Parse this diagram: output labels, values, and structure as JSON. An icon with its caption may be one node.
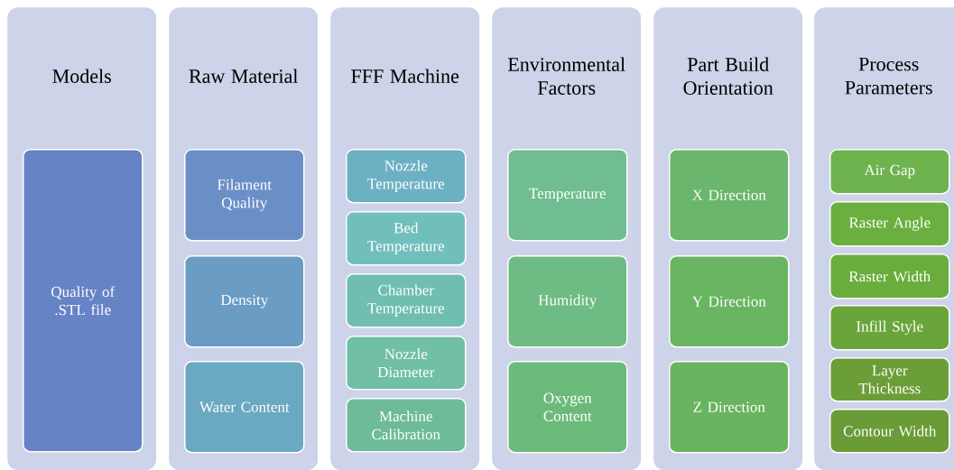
{
  "diagram": {
    "nodes": [
      {
        "text": [
          "Models"
        ]
      },
      {
        "text": [
          "Quality of .STL file"
        ],
        "in": 0
      },
      {
        "text": [
          "Raw Material"
        ]
      },
      {
        "text": [
          "Filament Quality"
        ],
        "in": 2
      },
      {
        "text": [
          "Density"
        ],
        "in": 2
      },
      {
        "text": [
          "Water Content"
        ],
        "in": 2
      },
      {
        "text": [
          "FFF Machine"
        ]
      },
      {
        "text": [
          "Nozzle Temperature"
        ],
        "in": 6
      },
      {
        "text": [
          "Bed Temperature"
        ],
        "in": 6
      },
      {
        "text": [
          "Chamber Temperature"
        ],
        "in": 6
      },
      {
        "text": [
          "Nozzle Diameter"
        ],
        "in": 6
      },
      {
        "text": [
          "Machine Calibration"
        ],
        "in": 6
      },
      {
        "text": [
          "Environmental Factors"
        ]
      },
      {
        "text": [
          "Temperature"
        ],
        "in": 12
      },
      {
        "text": [
          "Humidity"
        ],
        "in": 12
      },
      {
        "text": [
          "Oxygen Content"
        ],
        "in": 12
      },
      {
        "text": [
          "Part Build Orientation"
        ]
      },
      {
        "text": [
          "X Direction"
        ],
        "in": 16
      },
      {
        "text": [
          "Y Direction"
        ],
        "in": 16
      },
      {
        "text": [
          "Z Direction"
        ],
        "in": 16
      },
      {
        "text": [
          "Process Parameters"
        ]
      },
      {
        "text": [
          "Air Gap"
        ],
        "in": 20
      },
      {
        "text": [
          "Raster Angle"
        ],
        "in": 20
      },
      {
        "text": [
          "Raster Width"
        ],
        "in": 20
      },
      {
        "text": [
          "Infill Style"
        ],
        "in": 20
      },
      {
        "text": [
          "Layer Thickness"
        ],
        "in": 20
      },
      {
        "text": [
          "Contour Width"
        ],
        "in": 20
      }
    ]
  }
}
